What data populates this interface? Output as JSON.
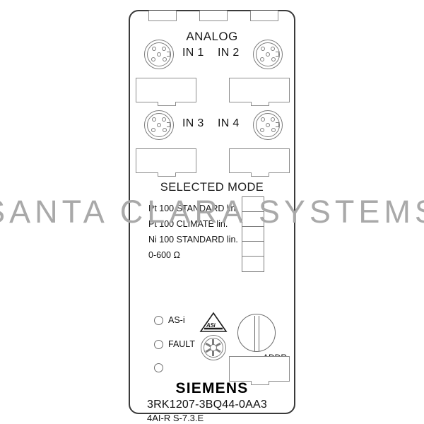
{
  "watermark": {
    "text": "SANTA CLARA SYSTEMS",
    "color": "#a9a9a9"
  },
  "module": {
    "analog_title": "ANALOG",
    "mode_title": "SELECTED MODE",
    "inputs": [
      {
        "label": "IN 1"
      },
      {
        "label": "IN 2"
      },
      {
        "label": "IN 3"
      },
      {
        "label": "IN 4"
      }
    ],
    "modes": [
      "Pt 100 STANDARD lin.",
      "Pt 100 CLIMATE  lin.",
      "Ni 100 STANDARD lin.",
      "0-600 Ω"
    ],
    "mode_box_count": 5,
    "leds": [
      {
        "label": "AS-i"
      },
      {
        "label": "FAULT"
      },
      {
        "label": ""
      }
    ],
    "asi_badge_text": "ASi",
    "addr_label": "ADDR",
    "brand": "SIEMENS",
    "part_number": "3RK1207-3BQ44-0AA3",
    "model_code": "4AI-R S-7.3.E"
  }
}
